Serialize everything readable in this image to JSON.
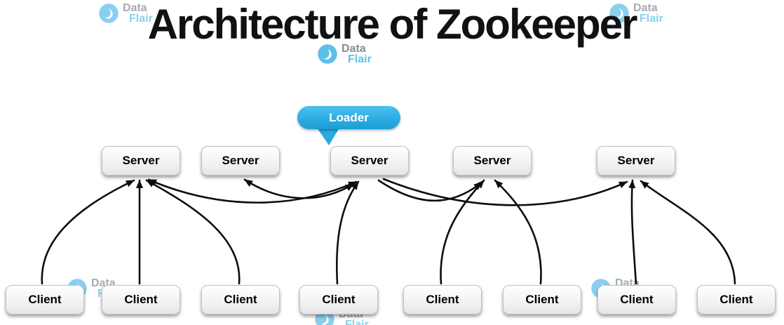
{
  "title": "Architecture of Zookeeper",
  "loader": {
    "label": "Loader"
  },
  "servers": [
    {
      "label": "Server"
    },
    {
      "label": "Server"
    },
    {
      "label": "Server"
    },
    {
      "label": "Server"
    },
    {
      "label": "Server"
    }
  ],
  "clients": [
    {
      "label": "Client"
    },
    {
      "label": "Client"
    },
    {
      "label": "Client"
    },
    {
      "label": "Client"
    },
    {
      "label": "Client"
    },
    {
      "label": "Client"
    },
    {
      "label": "Client"
    },
    {
      "label": "Client"
    }
  ],
  "watermark": {
    "data": "Data",
    "flair": "Flair"
  },
  "colors": {
    "loader_blue": "#29abe2",
    "arrow": "#0d0d0d",
    "box_border": "#c2c2c2"
  }
}
